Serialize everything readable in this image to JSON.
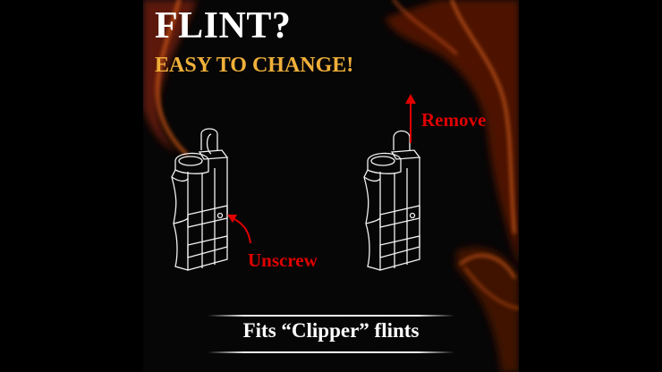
{
  "heading": {
    "title": "FLINT?",
    "subtitle": "EASY TO CHANGE!"
  },
  "diagram": {
    "left_label": "Unscrew",
    "right_label": "Remove"
  },
  "footer": {
    "text": "Fits “Clipper” flints"
  },
  "colors": {
    "background": "#070606",
    "title": "#ffffff",
    "subtitle": "#f0b03a",
    "annotation": "#e00000",
    "flame": "#c8501a"
  }
}
